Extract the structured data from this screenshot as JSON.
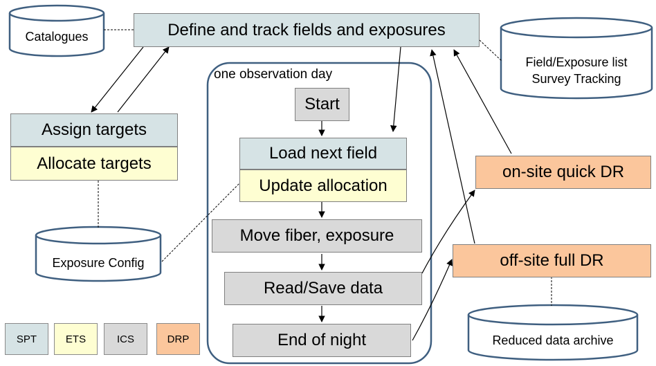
{
  "colors": {
    "spt": "#d6e3e5",
    "ets": "#fefed2",
    "ics": "#d9d9d9",
    "drp": "#fbc69c",
    "container_border": "#3f5f80"
  },
  "main": {
    "define_track": "Define and track fields and exposures",
    "assign_targets": "Assign targets",
    "allocate_targets": "Allocate targets",
    "observation_day_label": "one observation day",
    "start": "Start",
    "load_next_field": "Load next field",
    "update_allocation": "Update allocation",
    "move_fiber": "Move fiber, exposure",
    "read_save": "Read/Save data",
    "end_of_night": "End of night",
    "onsite_dr": "on-site quick DR",
    "offsite_dr": "off-site full DR"
  },
  "databases": {
    "catalogues": "Catalogues",
    "field_exposure_list": "Field/Exposure list",
    "survey_tracking": "Survey Tracking",
    "exposure_config": "Exposure Config",
    "reduced_archive": "Reduced data archive"
  },
  "legend": {
    "spt": "SPT",
    "ets": "ETS",
    "ics": "ICS",
    "drp": "DRP"
  }
}
